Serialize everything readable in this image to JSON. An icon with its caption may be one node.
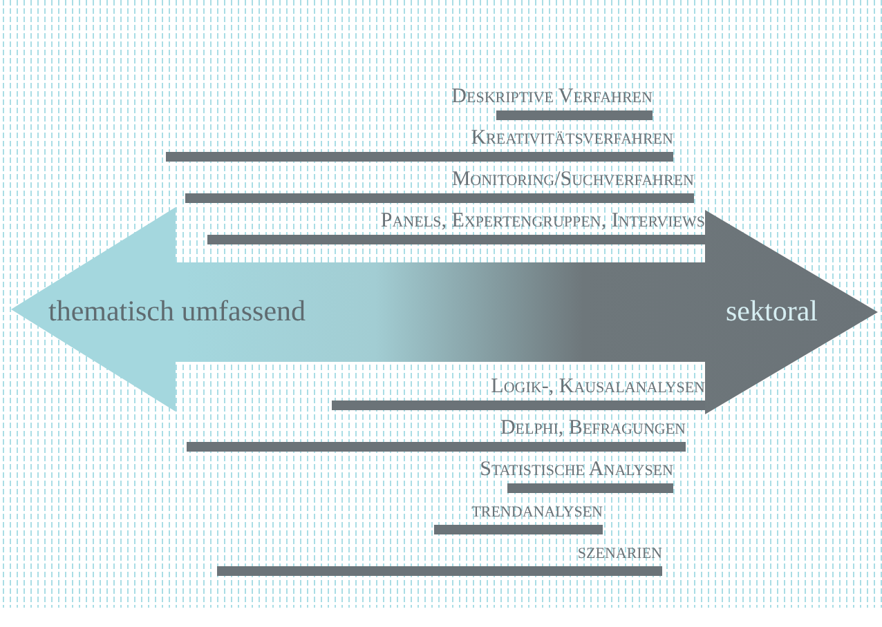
{
  "diagram": {
    "nodes": [
      {
        "text": [
          "thematisch umfassend",
          "sektoral"
        ]
      }
    ],
    "labels": [
      "Deskriptive Verfahren",
      "Kreativitätsverfahren",
      "Monitoring/Suchverfahren",
      "Panels, Expertengruppen, Interviews",
      "Logik-, Kausalanalysen",
      "Delphi, Befragungen",
      "Statistische Analysen",
      "trendanalysen",
      "szenarien"
    ]
  }
}
